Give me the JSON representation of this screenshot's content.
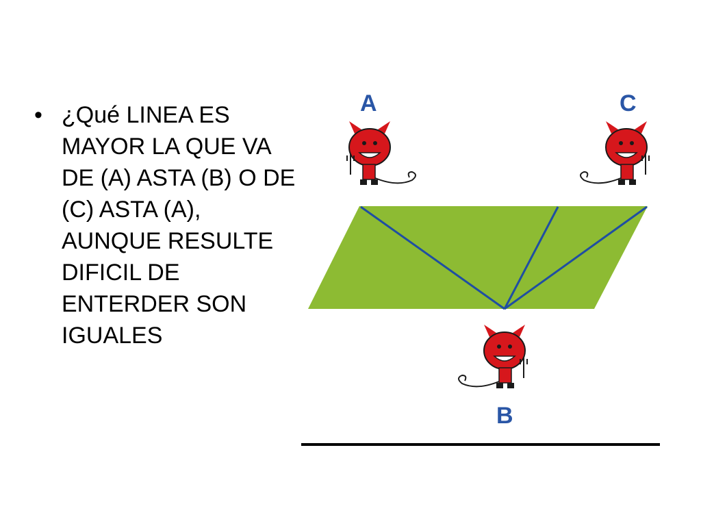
{
  "slide": {
    "bullet_symbol": "•",
    "text": "¿Qué LINEA ES MAYOR LA QUE VA DE (A) ASTA (B) O DE (C) ASTA (A), AUNQUE RESULTE DIFICIL DE ENTERDER SON IGUALES"
  },
  "figure": {
    "labels": {
      "a": "A",
      "b": "B",
      "c": "C"
    },
    "colors": {
      "parallelogram": "#8dbb33",
      "lines": "#1f4ea2",
      "label": "#2a56a6",
      "devil_red": "#d6171c",
      "devil_dark": "#1a1a1a"
    }
  }
}
